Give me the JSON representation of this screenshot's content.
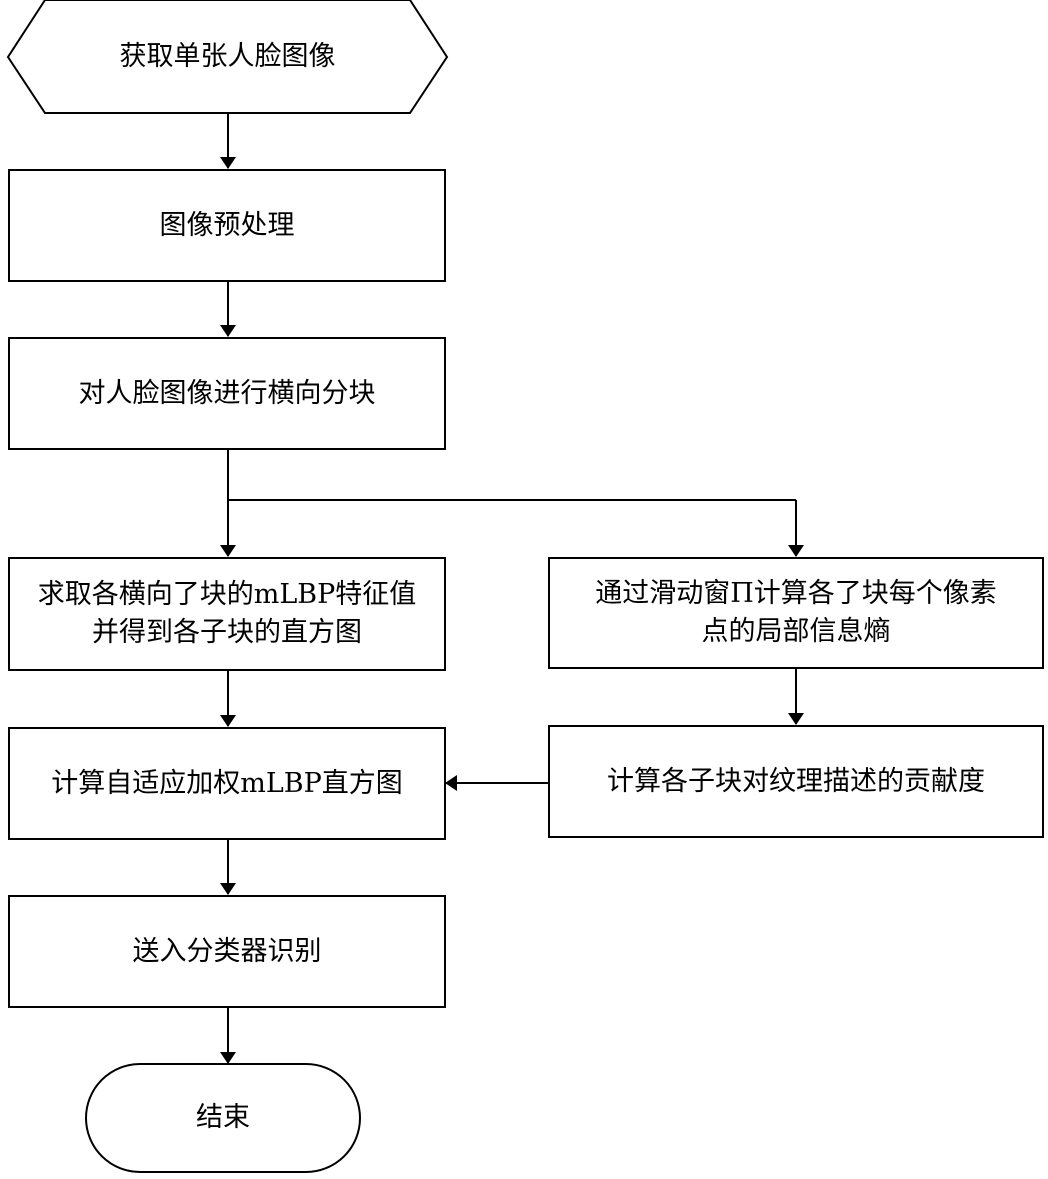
{
  "nodes": {
    "start": "获取单张人脸图像",
    "preprocess": "图像预处理",
    "split": "对人脸图像进行横向分块",
    "mlbp_line1": "求取各横向了块的mLBP特征值",
    "mlbp_line2": "并得到各子块的直方图",
    "entropy_line1": "通过滑动窗П计算各了块每个像素",
    "entropy_line2": "点的局部信息熵",
    "weighted": "计算自适应加权mLBP直方图",
    "contribution": "计算各子块对纹理描述的贡献度",
    "classify": "送入分类器识别",
    "end": "结束"
  }
}
